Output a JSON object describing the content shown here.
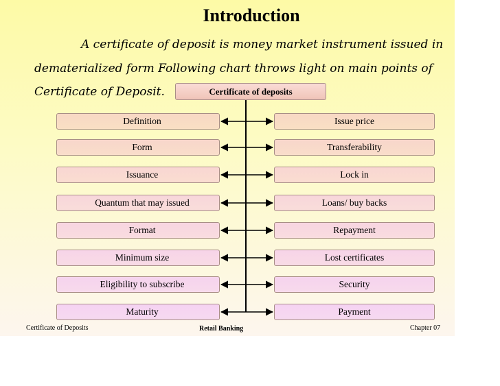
{
  "slide": {
    "title": "Introduction",
    "intro_lines": [
      "A certificate of deposit is money market instrument issued in",
      "dematerialized form Following chart throws light on main points of",
      "Certificate of Deposit."
    ]
  },
  "diagram": {
    "root": "Certificate of deposits",
    "left_items": [
      "Definition",
      "Form",
      "Issuance",
      "Quantum that may issued",
      "Format",
      "Minimum size",
      "Eligibility to subscribe",
      "Maturity"
    ],
    "right_items": [
      "Issue price",
      "Transferability",
      "Lock in",
      "Loans/ buy backs",
      "Repayment",
      "Lost certificates",
      "Security",
      "Payment"
    ],
    "box_colors": [
      "#f8d8c4",
      "#f8d6cb",
      "#f9d6d2",
      "#f8d6db",
      "#f8d5e1",
      "#f7d4e8",
      "#f6d3ee",
      "#f5d2f2"
    ]
  },
  "footer": {
    "left": "Certificate of Deposits",
    "center": "Retail Banking",
    "right": "Chapter 07"
  }
}
